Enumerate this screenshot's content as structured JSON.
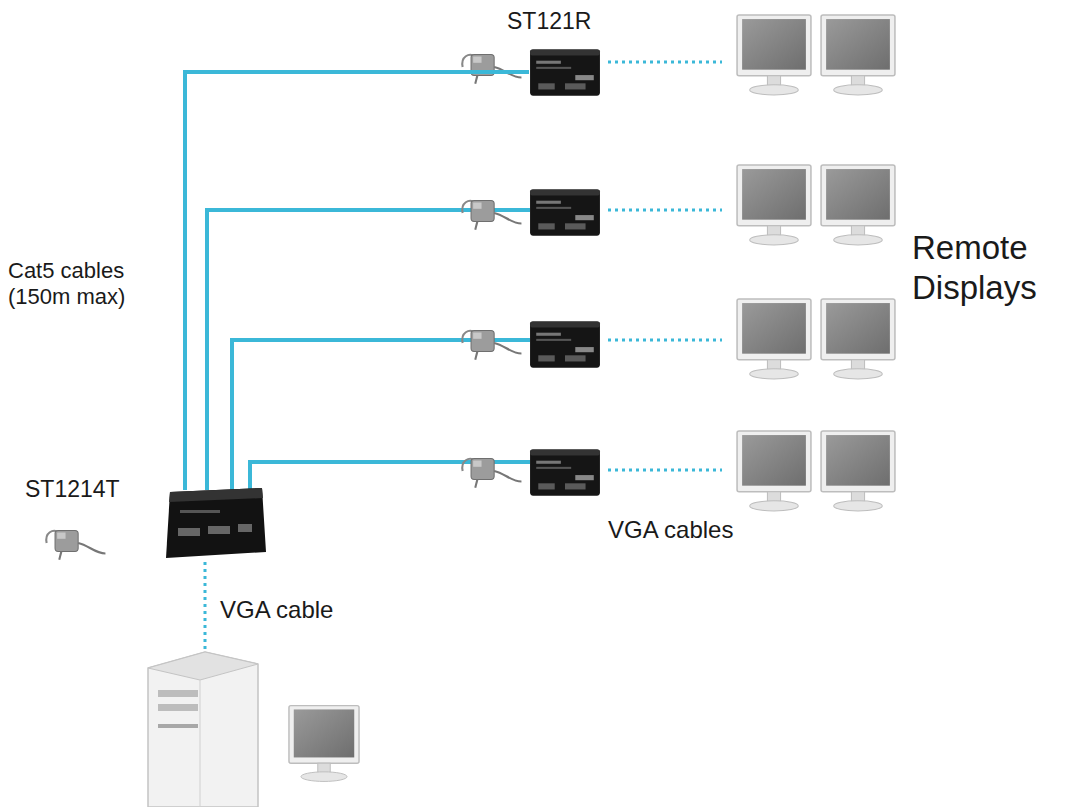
{
  "diagram": {
    "nodes": [
      {
        "text": [
          "ST1214T"
        ]
      },
      {
        "text": [
          "ST121R"
        ]
      }
    ],
    "edges": [
      {
        "from": 0,
        "to": 1,
        "arrow": "none"
      }
    ],
    "labels": [
      "Cat5 cables (150m max)",
      "Remote Displays",
      "VGA cables",
      "VGA cable"
    ]
  }
}
